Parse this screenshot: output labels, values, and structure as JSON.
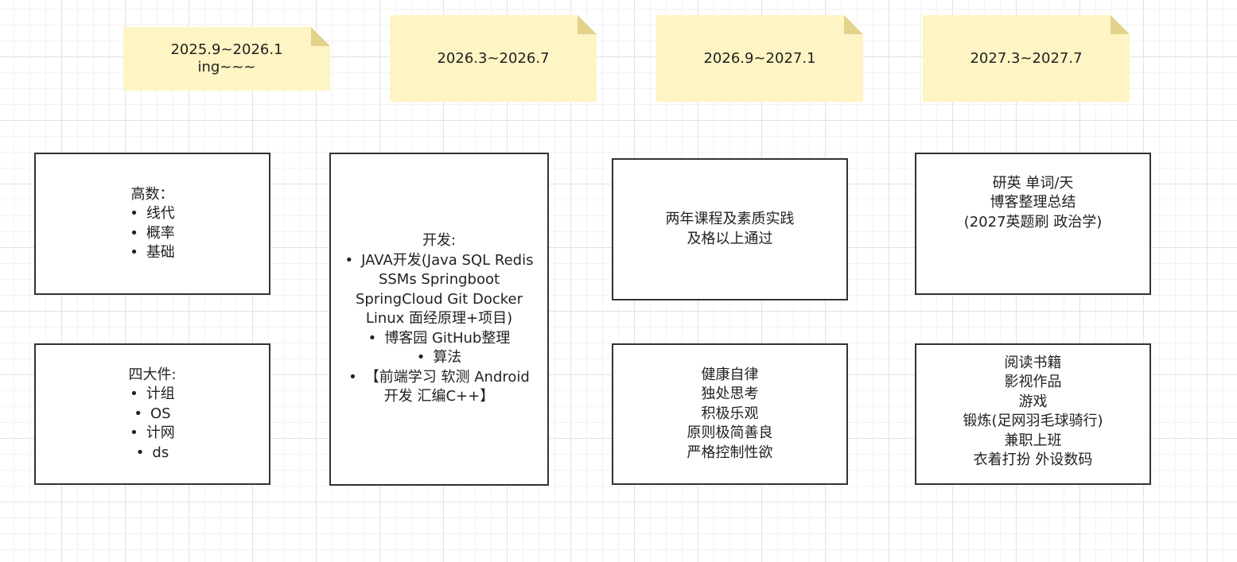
{
  "timeline": [
    {
      "period": "2025.9~2026.1\ning~~~"
    },
    {
      "period": "2026.3~2026.7"
    },
    {
      "period": "2026.9~2027.1"
    },
    {
      "period": "2027.3~2027.7"
    }
  ],
  "bullet_glyph": "•",
  "boxes": {
    "math": {
      "title": "高数：",
      "items": [
        "线代",
        "概率",
        "基础"
      ]
    },
    "core": {
      "title": "四大件:",
      "items": [
        "计组",
        "OS",
        "计网",
        "ds"
      ]
    },
    "dev": {
      "title": "开发:",
      "items": [
        "JAVA开发(Java SQL Redis SSMs Springboot SpringCloud Git Docker Linux 面经原理+项目)",
        "博客园 GitHub整理",
        "算法",
        "【前端学习 软测 Android开发 汇编C++】"
      ]
    },
    "courses": {
      "lines": [
        "两年课程及素质实践",
        "及格以上通过"
      ]
    },
    "self": {
      "lines": [
        "健康自律",
        "独处思考",
        "积极乐观",
        "原则极简善良",
        "严格控制性欲"
      ]
    },
    "grad": {
      "lines": [
        "研英 单词/天",
        "博客整理总结",
        "(2027英题刷 政治学)"
      ]
    },
    "life": {
      "lines": [
        "阅读书籍",
        "影视作品",
        "游戏",
        "锻炼(足网羽毛球骑行)",
        "兼职上班",
        "衣着打扮 外设数码"
      ]
    }
  }
}
